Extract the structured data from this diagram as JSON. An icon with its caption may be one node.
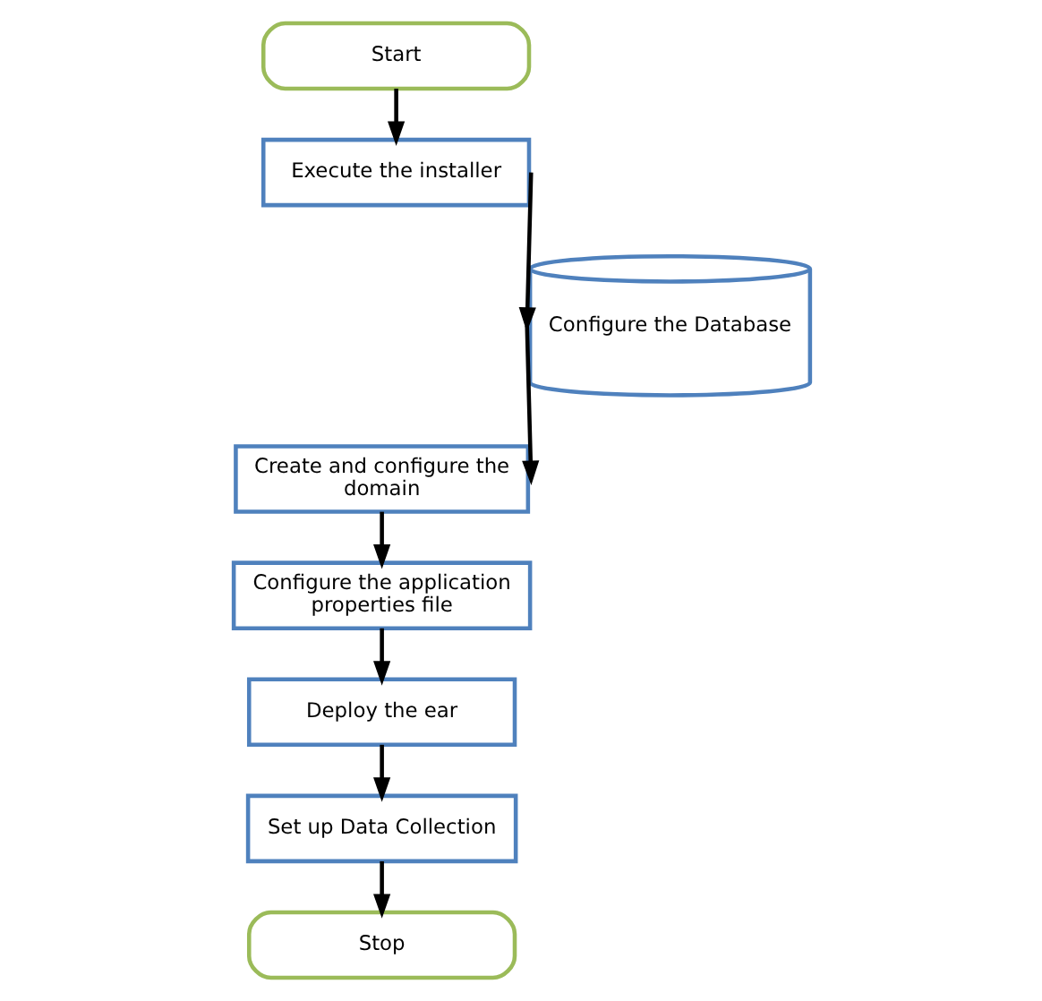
{
  "diagram": {
    "nodes": [
      {
        "text": [
          "Start"
        ]
      },
      {
        "text": [
          "Execute the installer"
        ]
      },
      {
        "text": [
          "Configure the Database"
        ]
      },
      {
        "text": [
          "Create and configure the domain"
        ]
      },
      {
        "text": [
          "Configure the application properties file"
        ]
      },
      {
        "text": [
          "Deploy the ear"
        ]
      },
      {
        "text": [
          "Set up Data Collection"
        ]
      },
      {
        "text": [
          "Stop"
        ]
      }
    ],
    "edges": [
      {
        "from": 0,
        "to": 1,
        "arrow": "to"
      },
      {
        "from": 1,
        "to": 2,
        "arrow": "to"
      },
      {
        "from": 2,
        "to": 3,
        "arrow": "to"
      },
      {
        "from": 3,
        "to": 4,
        "arrow": "to"
      },
      {
        "from": 4,
        "to": 5,
        "arrow": "to"
      },
      {
        "from": 5,
        "to": 6,
        "arrow": "to"
      },
      {
        "from": 6,
        "to": 7,
        "arrow": "to"
      }
    ]
  }
}
